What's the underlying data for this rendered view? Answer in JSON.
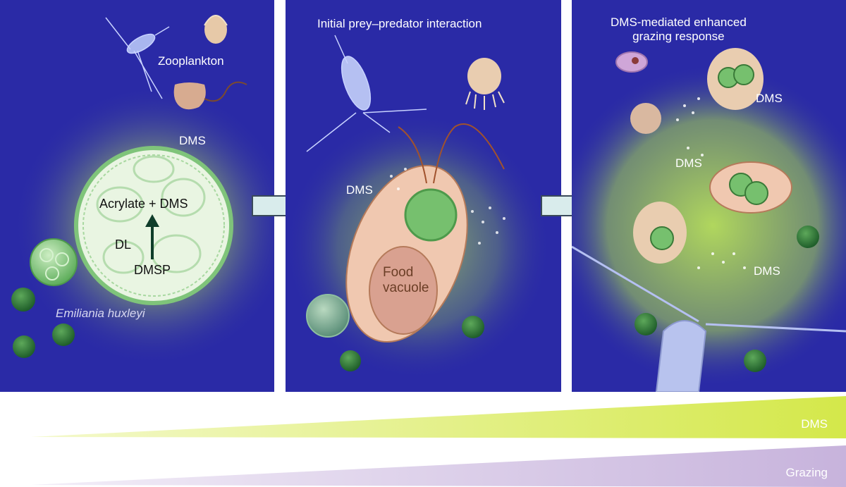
{
  "panels": [
    {
      "title": "",
      "labels": {
        "zooplankton": "Zooplankton",
        "dms": "DMS",
        "acrylate_dms": "Acrylate + DMS",
        "dl": "DL",
        "dmsp": "DMSP",
        "species": "Emiliania huxleyi"
      }
    },
    {
      "title": "Initial prey–predator interaction",
      "labels": {
        "dms": "DMS",
        "food_vacuole": "Food\nvacuole"
      }
    },
    {
      "title": "DMS-mediated enhanced\ngrazing response",
      "labels": {
        "dms_1": "DMS",
        "dms_2": "DMS",
        "dms_3": "DMS"
      }
    }
  ],
  "bars": {
    "dms_label": "DMS",
    "grazing_label": "Grazing"
  },
  "colors": {
    "background": "#2a2aa6",
    "glow": "#b8e05a",
    "arrow": "#d9ecec",
    "dms_bar": "#d4e84a",
    "grazing_bar": "#c7b3dc",
    "coccolith": "#6fbf6a",
    "cell": "#f0c8b0"
  },
  "icons": [
    "copepod-icon",
    "ciliate-icon",
    "dinoflagellate-icon",
    "coccolithophore-icon",
    "flow-arrow-icon"
  ]
}
